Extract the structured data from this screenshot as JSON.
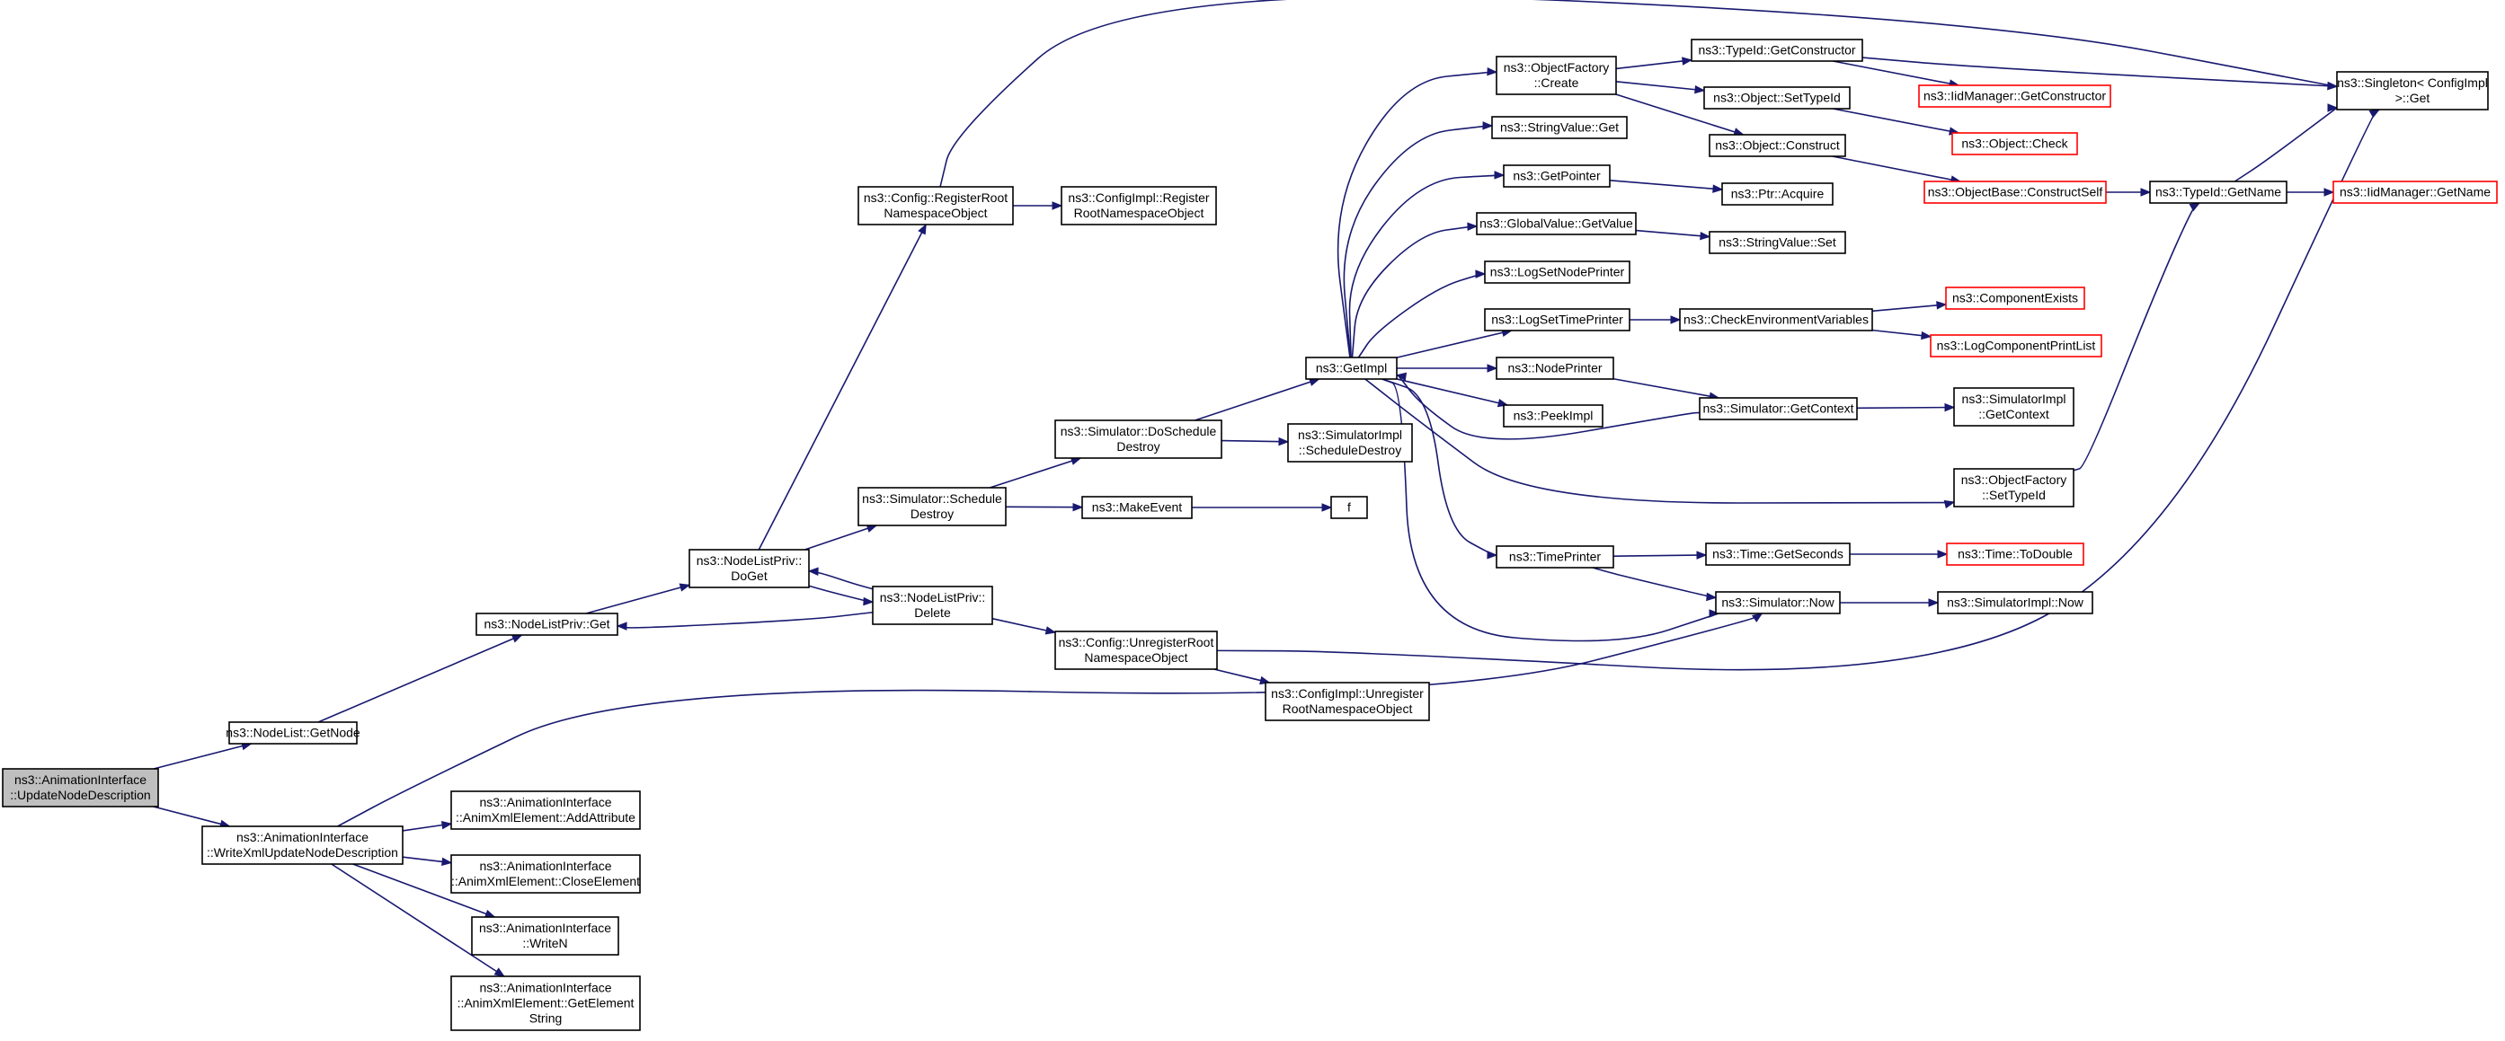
{
  "diagram": {
    "kind": "call graph",
    "colors": {
      "edge": "#191970",
      "node_border": "#000000",
      "external_node_border": "#ff0000",
      "root_fill": "#bfbfbf"
    },
    "nodes": [
      {
        "id": "root",
        "lines": [
          "ns3::AnimationInterface",
          "::UpdateNodeDescription"
        ],
        "style": "root"
      },
      {
        "id": "nodelist_getnode",
        "lines": [
          "ns3::NodeList::GetNode"
        ]
      },
      {
        "id": "writexml",
        "lines": [
          "ns3::AnimationInterface",
          "::WriteXmlUpdateNodeDescription"
        ]
      },
      {
        "id": "nlp_get",
        "lines": [
          "ns3::NodeListPriv::Get"
        ]
      },
      {
        "id": "nlp_doget",
        "lines": [
          "ns3::NodeListPriv::",
          "DoGet"
        ]
      },
      {
        "id": "nlp_delete",
        "lines": [
          "ns3::NodeListPriv::",
          "Delete"
        ]
      },
      {
        "id": "config_register",
        "lines": [
          "ns3::Config::RegisterRoot",
          "NamespaceObject"
        ]
      },
      {
        "id": "configimpl_register",
        "lines": [
          "ns3::ConfigImpl::Register",
          "RootNamespaceObject"
        ]
      },
      {
        "id": "sim_scheduledestroy",
        "lines": [
          "ns3::Simulator::Schedule",
          "Destroy"
        ]
      },
      {
        "id": "sim_doscheduledestroy",
        "lines": [
          "ns3::Simulator::DoSchedule",
          "Destroy"
        ]
      },
      {
        "id": "makeevent",
        "lines": [
          "ns3::MakeEvent"
        ]
      },
      {
        "id": "f",
        "lines": [
          "f"
        ]
      },
      {
        "id": "config_unregister",
        "lines": [
          "ns3::Config::UnregisterRoot",
          "NamespaceObject"
        ]
      },
      {
        "id": "configimpl_unregister",
        "lines": [
          "ns3::ConfigImpl::Unregister",
          "RootNamespaceObject"
        ]
      },
      {
        "id": "simimpl_scheduledestroy",
        "lines": [
          "ns3::SimulatorImpl",
          "::ScheduleDestroy"
        ]
      },
      {
        "id": "getimpl",
        "lines": [
          "ns3::GetImpl"
        ]
      },
      {
        "id": "objfactory_create",
        "lines": [
          "ns3::ObjectFactory",
          "::Create"
        ]
      },
      {
        "id": "stringvalue_get",
        "lines": [
          "ns3::StringValue::Get"
        ]
      },
      {
        "id": "getpointer",
        "lines": [
          "ns3::GetPointer"
        ]
      },
      {
        "id": "globalvalue_getvalue",
        "lines": [
          "ns3::GlobalValue::GetValue"
        ]
      },
      {
        "id": "logsetnodeprinter",
        "lines": [
          "ns3::LogSetNodePrinter"
        ]
      },
      {
        "id": "logsettimeprinter",
        "lines": [
          "ns3::LogSetTimePrinter"
        ]
      },
      {
        "id": "nodeprinter",
        "lines": [
          "ns3::NodePrinter"
        ]
      },
      {
        "id": "peekimpl",
        "lines": [
          "ns3::PeekImpl"
        ]
      },
      {
        "id": "timeprinter",
        "lines": [
          "ns3::TimePrinter"
        ]
      },
      {
        "id": "typeid_getconstructor",
        "lines": [
          "ns3::TypeId::GetConstructor"
        ]
      },
      {
        "id": "object_settypeid",
        "lines": [
          "ns3::Object::SetTypeId"
        ]
      },
      {
        "id": "object_construct",
        "lines": [
          "ns3::Object::Construct"
        ]
      },
      {
        "id": "ptr_acquire",
        "lines": [
          "ns3::Ptr::Acquire"
        ]
      },
      {
        "id": "stringvalue_set",
        "lines": [
          "ns3::StringValue::Set"
        ]
      },
      {
        "id": "checkenvvars",
        "lines": [
          "ns3::CheckEnvironmentVariables"
        ]
      },
      {
        "id": "sim_getcontext",
        "lines": [
          "ns3::Simulator::GetContext"
        ]
      },
      {
        "id": "time_getseconds",
        "lines": [
          "ns3::Time::GetSeconds"
        ]
      },
      {
        "id": "sim_now",
        "lines": [
          "ns3::Simulator::Now"
        ]
      },
      {
        "id": "objfactory_settypeid",
        "lines": [
          "ns3::ObjectFactory",
          "::SetTypeId"
        ]
      },
      {
        "id": "iidmanager_getconstructor",
        "lines": [
          "ns3::IidManager::GetConstructor"
        ],
        "style": "red"
      },
      {
        "id": "object_check",
        "lines": [
          "ns3::Object::Check"
        ],
        "style": "red"
      },
      {
        "id": "objectbase_constructself",
        "lines": [
          "ns3::ObjectBase::ConstructSelf"
        ],
        "style": "red"
      },
      {
        "id": "componentexists",
        "lines": [
          "ns3::ComponentExists"
        ],
        "style": "red"
      },
      {
        "id": "logcomponentprintlist",
        "lines": [
          "ns3::LogComponentPrintList"
        ],
        "style": "red"
      },
      {
        "id": "simimpl_getcontext",
        "lines": [
          "ns3::SimulatorImpl",
          "::GetContext"
        ]
      },
      {
        "id": "time_todouble",
        "lines": [
          "ns3::Time::ToDouble"
        ],
        "style": "red"
      },
      {
        "id": "simimpl_now",
        "lines": [
          "ns3::SimulatorImpl::Now"
        ]
      },
      {
        "id": "typeid_getname",
        "lines": [
          "ns3::TypeId::GetName"
        ]
      },
      {
        "id": "singleton_get",
        "lines": [
          "ns3::Singleton< ConfigImpl",
          ">::Get"
        ]
      },
      {
        "id": "iidmanager_getname",
        "lines": [
          "ns3::IidManager::GetName"
        ],
        "style": "red"
      },
      {
        "id": "anim_addattribute",
        "lines": [
          "ns3::AnimationInterface",
          "::AnimXmlElement::AddAttribute"
        ]
      },
      {
        "id": "anim_closeelement",
        "lines": [
          "ns3::AnimationInterface",
          "::AnimXmlElement::CloseElement"
        ]
      },
      {
        "id": "anim_writen",
        "lines": [
          "ns3::AnimationInterface",
          "::WriteN"
        ]
      },
      {
        "id": "anim_getelementstring",
        "lines": [
          "ns3::AnimationInterface",
          "::AnimXmlElement::GetElement",
          "String"
        ]
      }
    ],
    "edges": [
      [
        "root",
        "nodelist_getnode"
      ],
      [
        "root",
        "writexml"
      ],
      [
        "nodelist_getnode",
        "nlp_get"
      ],
      [
        "nlp_get",
        "nlp_doget"
      ],
      [
        "nlp_doget",
        "config_register"
      ],
      [
        "nlp_doget",
        "sim_scheduledestroy"
      ],
      [
        "nlp_doget",
        "nlp_delete"
      ],
      [
        "nlp_delete",
        "nlp_doget"
      ],
      [
        "nlp_delete",
        "nlp_get"
      ],
      [
        "nlp_delete",
        "config_unregister"
      ],
      [
        "config_register",
        "configimpl_register"
      ],
      [
        "config_register",
        "singleton_get"
      ],
      [
        "sim_scheduledestroy",
        "sim_doscheduledestroy"
      ],
      [
        "sim_scheduledestroy",
        "makeevent"
      ],
      [
        "sim_doscheduledestroy",
        "getimpl"
      ],
      [
        "sim_doscheduledestroy",
        "simimpl_scheduledestroy"
      ],
      [
        "makeevent",
        "f"
      ],
      [
        "config_unregister",
        "configimpl_unregister"
      ],
      [
        "config_unregister",
        "singleton_get"
      ],
      [
        "getimpl",
        "objfactory_create"
      ],
      [
        "getimpl",
        "stringvalue_get"
      ],
      [
        "getimpl",
        "getpointer"
      ],
      [
        "getimpl",
        "globalvalue_getvalue"
      ],
      [
        "getimpl",
        "logsetnodeprinter"
      ],
      [
        "getimpl",
        "logsettimeprinter"
      ],
      [
        "getimpl",
        "nodeprinter"
      ],
      [
        "getimpl",
        "peekimpl"
      ],
      [
        "getimpl",
        "timeprinter"
      ],
      [
        "getimpl",
        "objfactory_settypeid"
      ],
      [
        "getimpl",
        "sim_now"
      ],
      [
        "sim_getcontext",
        "getimpl"
      ],
      [
        "objfactory_create",
        "typeid_getconstructor"
      ],
      [
        "objfactory_create",
        "object_settypeid"
      ],
      [
        "objfactory_create",
        "object_construct"
      ],
      [
        "typeid_getconstructor",
        "iidmanager_getconstructor"
      ],
      [
        "typeid_getconstructor",
        "singleton_get"
      ],
      [
        "object_settypeid",
        "object_check"
      ],
      [
        "object_construct",
        "objectbase_constructself"
      ],
      [
        "objectbase_constructself",
        "typeid_getname"
      ],
      [
        "getpointer",
        "ptr_acquire"
      ],
      [
        "globalvalue_getvalue",
        "stringvalue_set"
      ],
      [
        "logsettimeprinter",
        "checkenvvars"
      ],
      [
        "checkenvvars",
        "componentexists"
      ],
      [
        "checkenvvars",
        "logcomponentprintlist"
      ],
      [
        "nodeprinter",
        "sim_getcontext"
      ],
      [
        "sim_getcontext",
        "simimpl_getcontext"
      ],
      [
        "timeprinter",
        "time_getseconds"
      ],
      [
        "timeprinter",
        "sim_now"
      ],
      [
        "time_getseconds",
        "time_todouble"
      ],
      [
        "sim_now",
        "simimpl_now"
      ],
      [
        "objfactory_settypeid",
        "typeid_getname"
      ],
      [
        "typeid_getname",
        "singleton_get"
      ],
      [
        "typeid_getname",
        "iidmanager_getname"
      ],
      [
        "writexml",
        "sim_now"
      ],
      [
        "writexml",
        "anim_addattribute"
      ],
      [
        "writexml",
        "anim_closeelement"
      ],
      [
        "writexml",
        "anim_writen"
      ],
      [
        "writexml",
        "anim_getelementstring"
      ]
    ]
  }
}
